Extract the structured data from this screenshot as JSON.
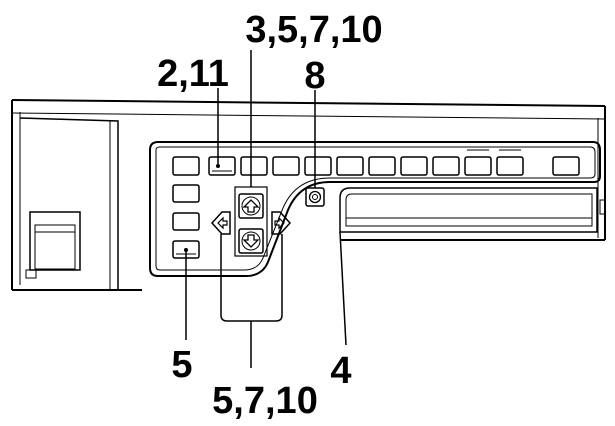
{
  "callouts": {
    "top_center": "3,5,7,10",
    "top_left": "2,11",
    "top_right": "8",
    "bottom_left": "5",
    "bottom_center": "5,7,10",
    "bottom_right": "4"
  },
  "icons": {
    "up_arrow": "up-arrow-button-icon",
    "down_arrow": "down-arrow-button-icon",
    "left_arrow": "left-arrow-button-icon",
    "right_arrow": "right-arrow-button-icon",
    "reset": "circle-target-button-icon"
  },
  "colors": {
    "line": "#000000",
    "background": "#ffffff"
  }
}
